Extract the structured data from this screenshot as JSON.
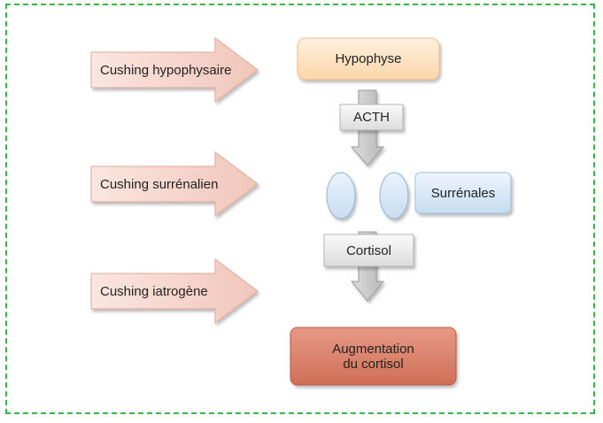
{
  "causes": {
    "hypophysaire": "Cushing hypophysaire",
    "surrenalien": "Cushing surrénalien",
    "iatrogene": "Cushing iatrogène"
  },
  "nodes": {
    "hypophyse": "Hypophyse",
    "acth": "ACTH",
    "surrenales": "Surrénales",
    "cortisol": "Cortisol",
    "augmentation_line1": "Augmentation",
    "augmentation_line2": "du cortisol"
  },
  "colors": {
    "frame": "#39b54a",
    "cause_arrow": "#f6d7cf",
    "hypophyse": "#fde3c3",
    "surrenales": "#d6e6f5",
    "gland": "#d8e8f6",
    "grey_box": "#e9e9e9",
    "augmentation": "#d9826b"
  }
}
